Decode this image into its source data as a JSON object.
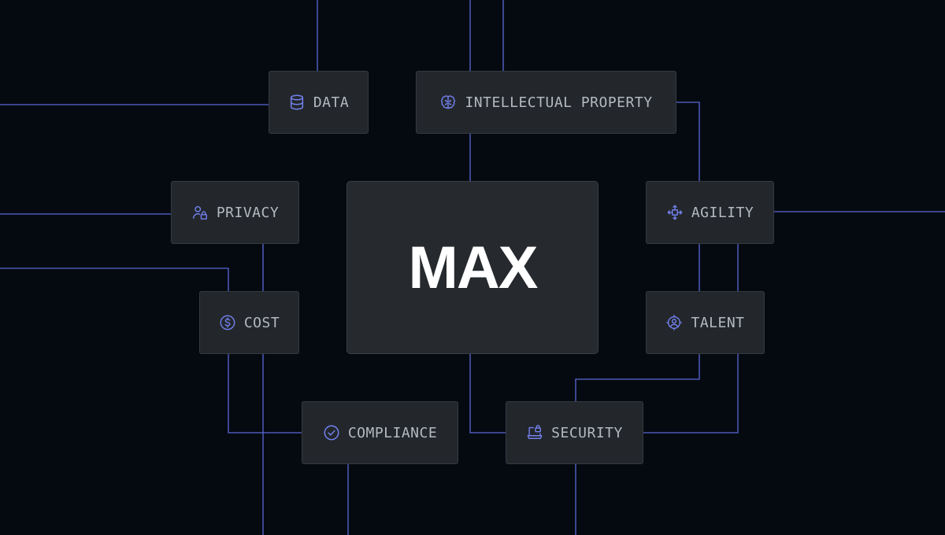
{
  "brand": {
    "wordmark": "MAX"
  },
  "colors": {
    "background": "#050a11",
    "line": "#5a68d8",
    "node_bg": "#23272c",
    "icon": "#7482f0",
    "text": "#b4b9c0"
  },
  "nodes": {
    "data": {
      "label": "DATA",
      "icon": "database-icon"
    },
    "ip": {
      "label": "INTELLECTUAL PROPERTY",
      "icon": "brain-icon"
    },
    "privacy": {
      "label": "PRIVACY",
      "icon": "user-lock-icon"
    },
    "agility": {
      "label": "AGILITY",
      "icon": "move-arrows-icon"
    },
    "cost": {
      "label": "COST",
      "icon": "dollar-circle-icon"
    },
    "talent": {
      "label": "TALENT",
      "icon": "user-target-icon"
    },
    "compliance": {
      "label": "COMPLIANCE",
      "icon": "check-circle-icon"
    },
    "security": {
      "label": "SECURITY",
      "icon": "laptop-lock-icon"
    }
  }
}
